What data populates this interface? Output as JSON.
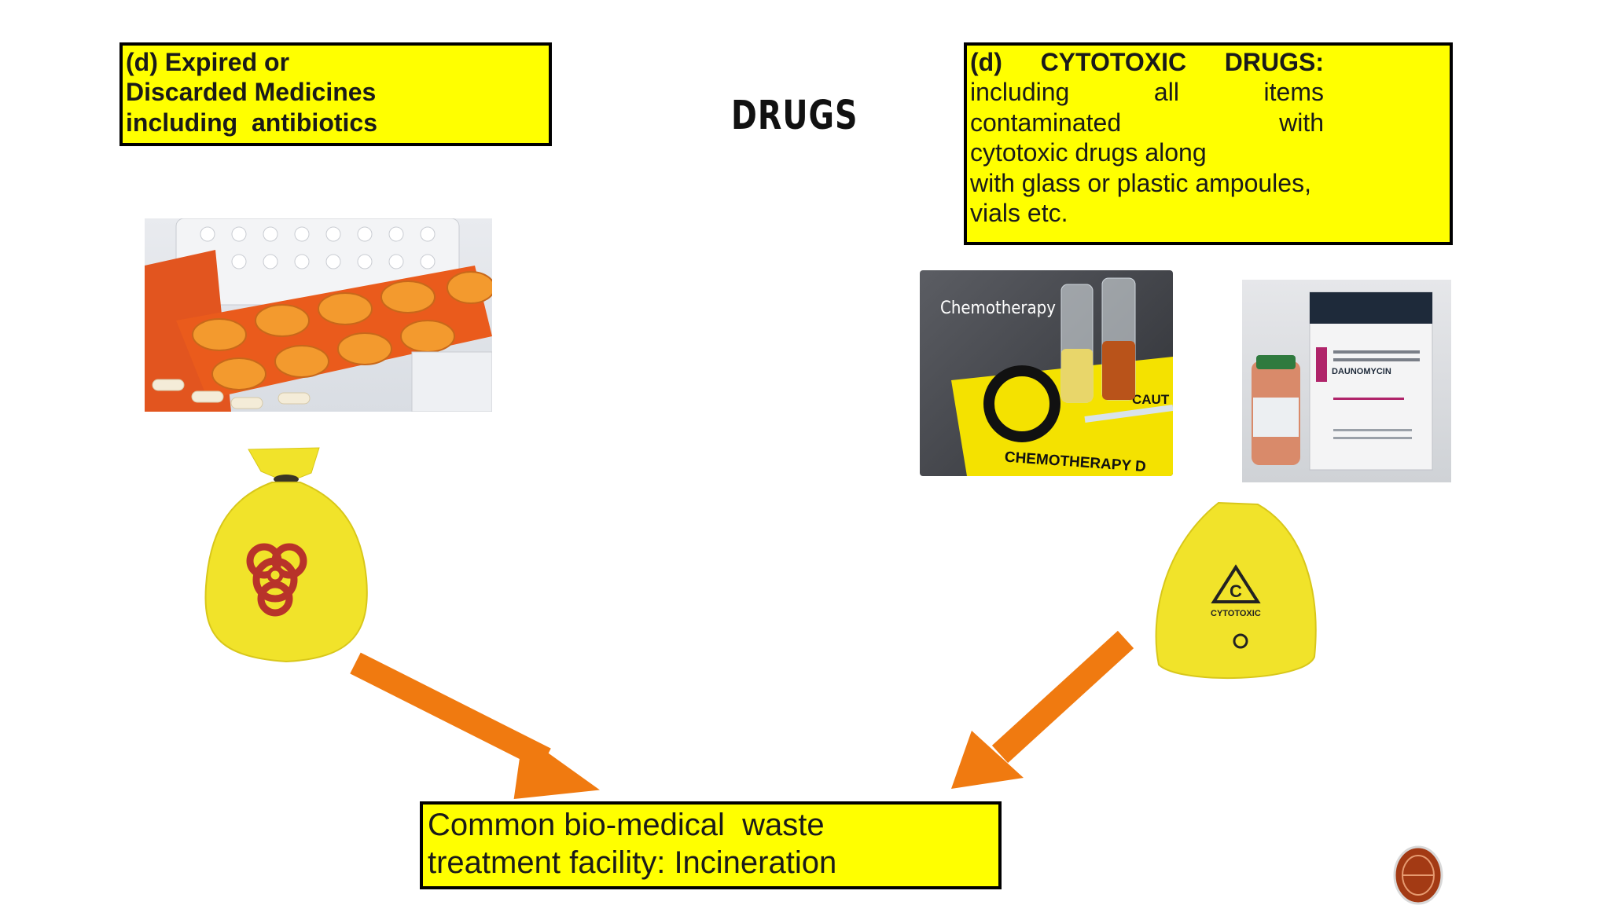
{
  "slide": {
    "title": "DRUGS",
    "left_box": {
      "lines": [
        "(d) Expired or",
        "Discarded Medicines",
        "including  antibiotics"
      ]
    },
    "right_box": {
      "line1": [
        "(d)",
        "CYTOTOXIC",
        "DRUGS:"
      ],
      "line2": [
        "including",
        "all",
        "items"
      ],
      "line3": [
        "contaminated",
        "with"
      ],
      "line4": "cytotoxic drugs along",
      "line5": "with glass or plastic ampoules,",
      "line6": "vials etc."
    },
    "bottom_box": {
      "lines": [
        "Common bio-medical  waste",
        "treatment facility: Incineration"
      ]
    },
    "images": {
      "chemo_label": "Chemotherapy",
      "chemo_bag_text": "CHEMOTHERAPY D",
      "chemo_caution_text": "CAUT",
      "dauno_box_text": "DAUNOMYCIN",
      "cytotoxic_bag_symbol": "C",
      "cytotoxic_bag_text": "CYTOTOXIC"
    }
  },
  "colors": {
    "highlight": "#ffff00",
    "arrow": "#f07a10",
    "bag": "#f1e32a",
    "biohazard": "#b8332a"
  }
}
